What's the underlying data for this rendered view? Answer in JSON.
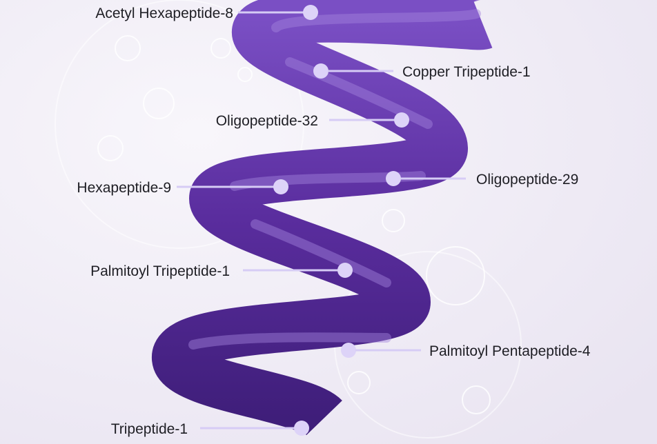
{
  "labels": [
    "Acetyl Hexapeptide-8",
    "Copper Tripeptide-1",
    "Oligopeptide-32",
    "Hexapeptide-9",
    "Oligopeptide-29",
    "Palmitoyl Tripeptide-1",
    "Palmitoyl Pentapeptide-4",
    "Tripeptide-1"
  ],
  "colors": {
    "helix": "#5a2d9e",
    "highlight": "#9a78d6",
    "dot": "#ddd3f8",
    "line": "#d6ccf5",
    "background": "#f1eef6"
  }
}
